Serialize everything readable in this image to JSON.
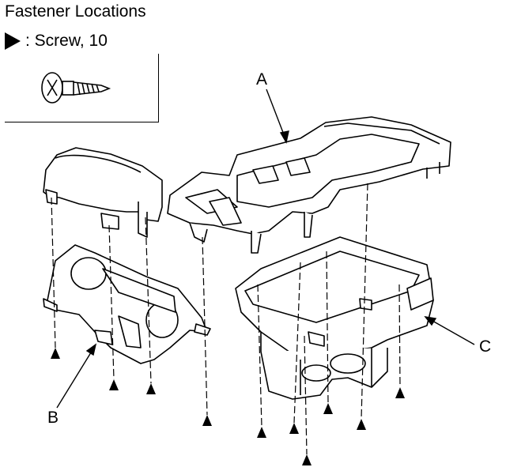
{
  "title": "Fastener Locations",
  "legend": {
    "icon": "triangle-marker-icon",
    "text": ": Screw, 10"
  },
  "labels": {
    "a": "A",
    "b": "B",
    "c": "C"
  },
  "colors": {
    "line": "#000000",
    "background": "#ffffff"
  }
}
